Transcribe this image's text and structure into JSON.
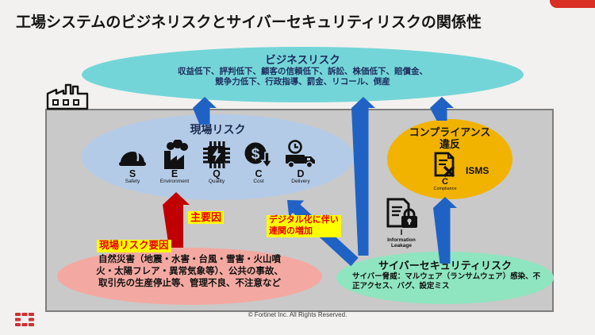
{
  "slide": {
    "title": "工場システムのビジネリスクとサイバーセキュリティリスクの関係性",
    "footer": "© Fortinet Inc. All Rights Reserved."
  },
  "business_risk": {
    "title": "ビジネスリスク",
    "line1": "収益低下、評判低下、顧客の信頼低下、訴訟、株価低下、賠償金、",
    "line2": "競争力低下、行政指導、罰金、リコール、倒産"
  },
  "genba_risk": {
    "title": "現場リスク",
    "items": [
      {
        "letter": "S",
        "label": "Safety",
        "icon": "hard-hat-icon"
      },
      {
        "letter": "E",
        "label": "Environment",
        "icon": "factory-smoke-icon"
      },
      {
        "letter": "Q",
        "label": "Quality",
        "icon": "chip-icon"
      },
      {
        "letter": "C",
        "label": "Cost",
        "icon": "dollar-down-icon"
      },
      {
        "letter": "D",
        "label": "Delivery",
        "icon": "truck-clock-icon"
      }
    ]
  },
  "compliance": {
    "title_line1": "コンプライアンス",
    "title_line2": "違反",
    "isms": "ISMS",
    "letter": "C",
    "label": "Compliance"
  },
  "info_leakage": {
    "letter": "I",
    "label_line1": "Information",
    "label_line2": "Leakage"
  },
  "labels": {
    "main_factor": "主要因",
    "digital_line1": "デジタル化に伴い",
    "digital_line2": "連関の増加",
    "genba_factor": "現場リスク要因"
  },
  "genba_factors": {
    "line1": "自然災害（地震・水害・台風・雪害・火山噴",
    "line2": "火・太陽フレア・異常気象等）、公共の事故、",
    "line3": "取引先の生産停止等、管理不良、不注意など"
  },
  "cyber_risk": {
    "title": "サイバーセキュリティリスク",
    "line1": "サイバー脅威：マルウェア（ランサムウェア）感染、不",
    "line2": "正アクセス、バグ、設定ミス"
  },
  "colors": {
    "accent_red": "#da2f23",
    "business_teal": "#74d5d8",
    "genba_blue": "#b4cbe7",
    "compliance_yellow": "#f1b300",
    "factors_pink": "#f3a9a1",
    "cyber_green": "#8ee5bf",
    "arrow_blue": "#2062c4",
    "arrow_red": "#c00000",
    "label_yellow": "#ffff00",
    "label_red_text": "#e60000",
    "box_gray": "#c9c9c9"
  }
}
